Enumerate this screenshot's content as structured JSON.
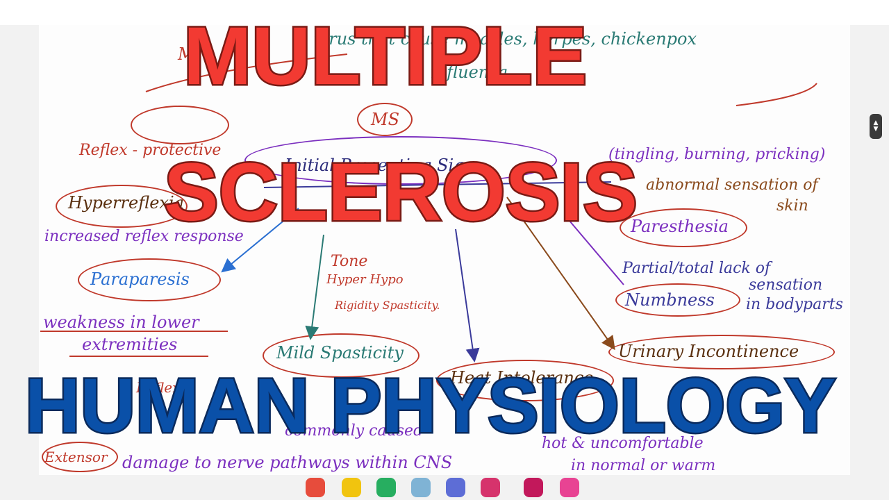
{
  "title": {
    "line1": "MULTIPLE",
    "line2": "SCLEROSIS",
    "line3": "HUMAN PHYSIOLOGY"
  },
  "notes": {
    "top_viruses": "virus that cause measles, herpes, chickenpox",
    "top_influenza": "influenza",
    "center_ms": "MS",
    "center_initial": "Initial Presenting Signs",
    "reflex_protective": "Reflex - protective",
    "hyperreflexia": "Hyperreflexia",
    "increased_reflex": "increased reflex response",
    "paraparesis": "Paraparesis",
    "weakness_1": "weakness in lower",
    "weakness_2": "extremities",
    "tone": "Tone",
    "hyper_hypo": "Hyper  Hypo",
    "rigidity_spasticity": "Rigidity  Spasticity.",
    "mild_spasticity": "Mild Spasticity",
    "tingling": "(tingling, burning, pricking)",
    "abnormal_sensation": "abnormal sensation of",
    "skin": "skin",
    "paresthesia": "Paresthesia",
    "partial_total": "Partial/total lack of",
    "sensation": "sensation",
    "numbness": "Numbness",
    "in_bodyparts": "in bodyparts",
    "urinary": "Urinary Incontinence",
    "heat_intolerance": "Heat Intolerance",
    "hot_uncomfortable": "hot & uncomfortable",
    "in_normal_warm": "in normal or warm",
    "damage_nerve": "damage to nerve pathways within CNS",
    "commonly_caused": "commonly caused",
    "extensor": "Extensor",
    "reflex_left": "Reflex"
  },
  "colors": {
    "title_red": "#f23a32",
    "title_blue": "#0a50a8",
    "ink_red": "#c0392b",
    "ink_purple": "#7b2fbf",
    "ink_teal": "#2a7a74",
    "ink_brown": "#8a4a1c",
    "ink_blue": "#2a6fd1",
    "ink_navy": "#3a3a9a"
  }
}
